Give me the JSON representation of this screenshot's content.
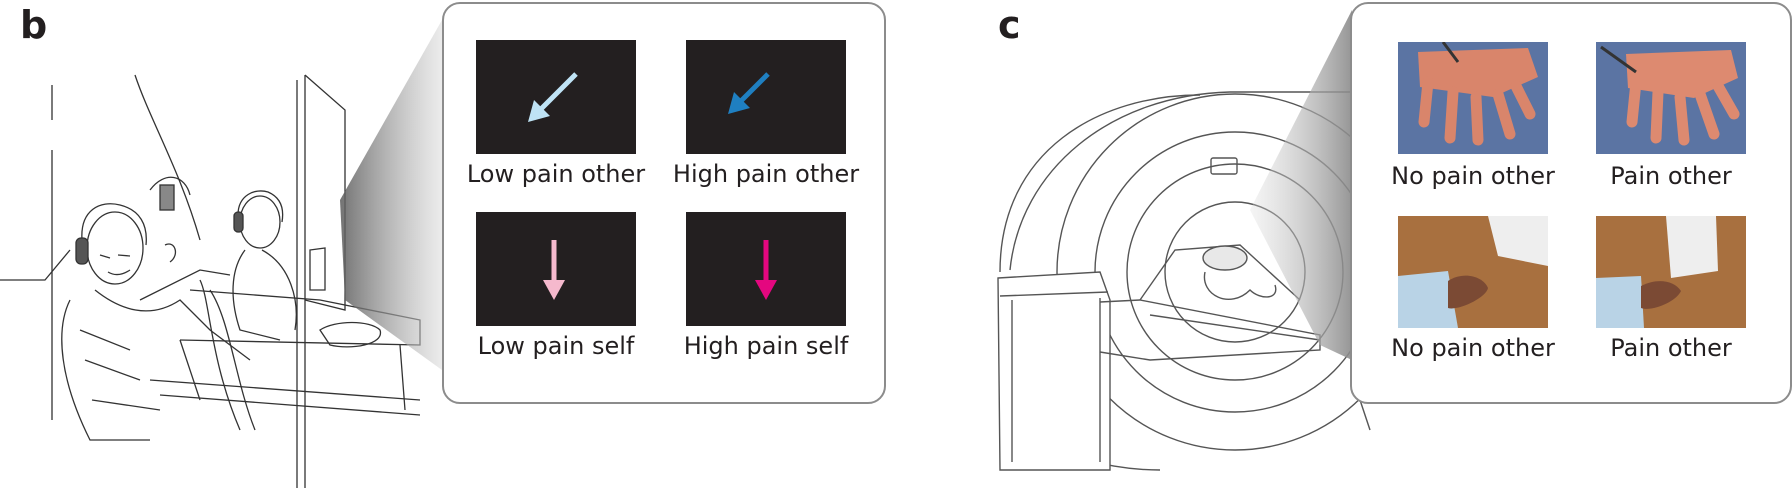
{
  "panel_b": {
    "letter": "b",
    "cues": [
      {
        "caption": "Low pain other",
        "arrow_color": "#bfe3f5",
        "direction": "down-left"
      },
      {
        "caption": "High pain other",
        "arrow_color": "#1f7fc1",
        "direction": "down-left"
      },
      {
        "caption": "Low pain self",
        "arrow_color": "#f5b9cd",
        "direction": "down"
      },
      {
        "caption": "High pain self",
        "arrow_color": "#e4077f",
        "direction": "down"
      }
    ]
  },
  "panel_c": {
    "letter": "c",
    "photos": [
      {
        "caption": "No pain other",
        "subject": "hand"
      },
      {
        "caption": "Pain other",
        "subject": "hand"
      },
      {
        "caption": "No pain other",
        "subject": "foot"
      },
      {
        "caption": "Pain other",
        "subject": "foot"
      }
    ]
  },
  "colors": {
    "inset_border": "#8c8c8c",
    "tile_background": "#231f20"
  }
}
